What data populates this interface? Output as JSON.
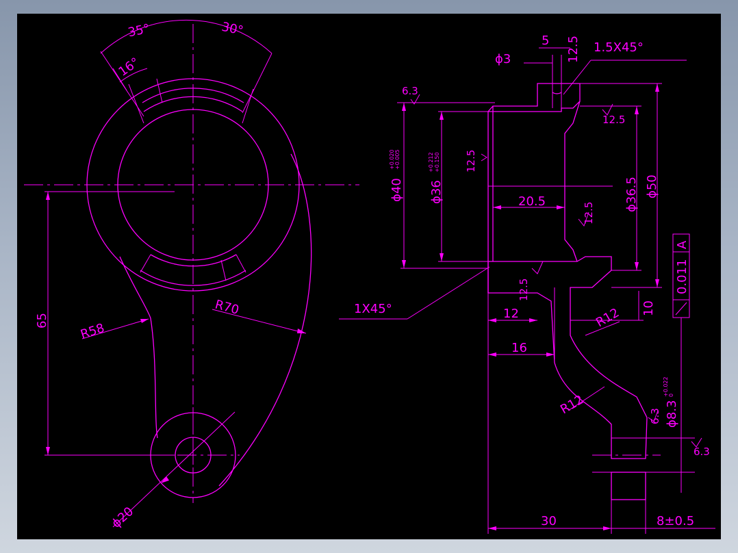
{
  "colors": {
    "background": "#000000",
    "lines": "#ff00ff",
    "frame": "#8f9db1"
  },
  "labels": {
    "a35": "35°",
    "a30": "30°",
    "a16": "16°",
    "d65": "65",
    "r58": "R58",
    "r70": "R70",
    "d20": "ϕ20",
    "d3": "ϕ3",
    "d5": "5",
    "ra_top": "12.5",
    "ch15": "1.5X45°",
    "ra63a": "6.3",
    "ra125a": "12.5",
    "ra125b": "12.5",
    "d40": "ϕ40",
    "d40tol_u": "+0.020",
    "d40tol_l": "+0.005",
    "d36": "ϕ36",
    "d36tol_u": "+0.212",
    "d36tol_l": "+0.150",
    "d205": "20.5",
    "ra125c": "12.5",
    "d365": "ϕ36.5",
    "d50": "ϕ50",
    "tol_val": "0.011",
    "tol_ref": "A",
    "ch1": "1X45°",
    "ra125d": "12.5",
    "d12": "12",
    "r12a": "R12",
    "d10": "10",
    "d16": "16",
    "r12b": "R12",
    "d83": "ϕ8.3",
    "d83tol_u": "+0.022",
    "d83tol_l": "0",
    "ra63b": "6.3",
    "ra63c": "6.3",
    "d30": "30",
    "d8": "8±0.5"
  }
}
